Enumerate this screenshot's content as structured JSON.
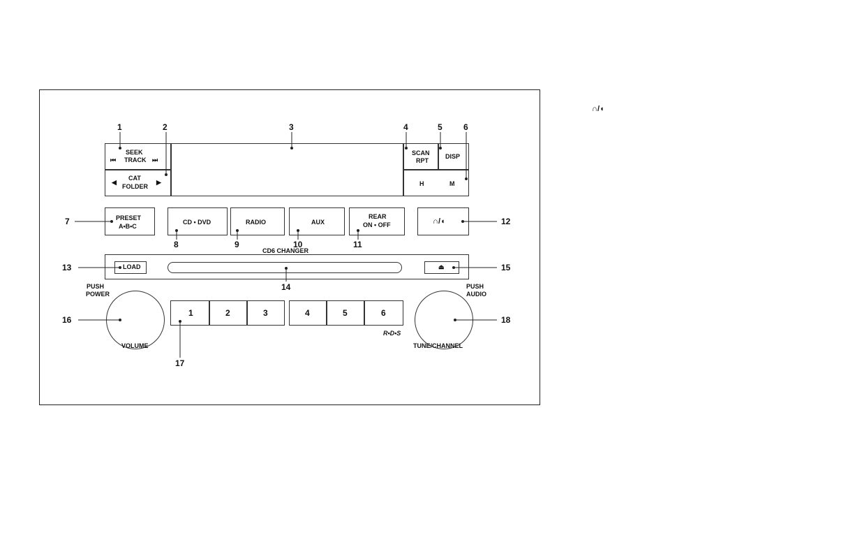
{
  "header_icon": "headphone-speaker-icon",
  "callouts": [
    "1",
    "2",
    "3",
    "4",
    "5",
    "6",
    "7",
    "8",
    "9",
    "10",
    "11",
    "12",
    "13",
    "14",
    "15",
    "16",
    "17",
    "18"
  ],
  "labels": {
    "seek": "SEEK",
    "track": "TRACK",
    "cat": "CAT",
    "folder": "FOLDER",
    "scan": "SCAN",
    "rpt": "RPT",
    "disp": "DISP",
    "h": "H",
    "m": "M",
    "preset": "PRESET",
    "preset_abc": "A•B•C",
    "cd_dvd": "CD • DVD",
    "radio": "RADIO",
    "aux": "AUX",
    "rear": "REAR",
    "rear_onoff": "ON • OFF",
    "cd_changer": "CD6 CHANGER",
    "load": "LOAD",
    "push_power_1": "PUSH",
    "push_power_2": "POWER",
    "volume": "VOLUME",
    "push_audio_1": "PUSH",
    "push_audio_2": "AUDIO",
    "tune_channel": "TUNE/CHANNEL",
    "rds": "R•D•S"
  },
  "preset_keys": [
    "1",
    "2",
    "3",
    "4",
    "5",
    "6"
  ]
}
